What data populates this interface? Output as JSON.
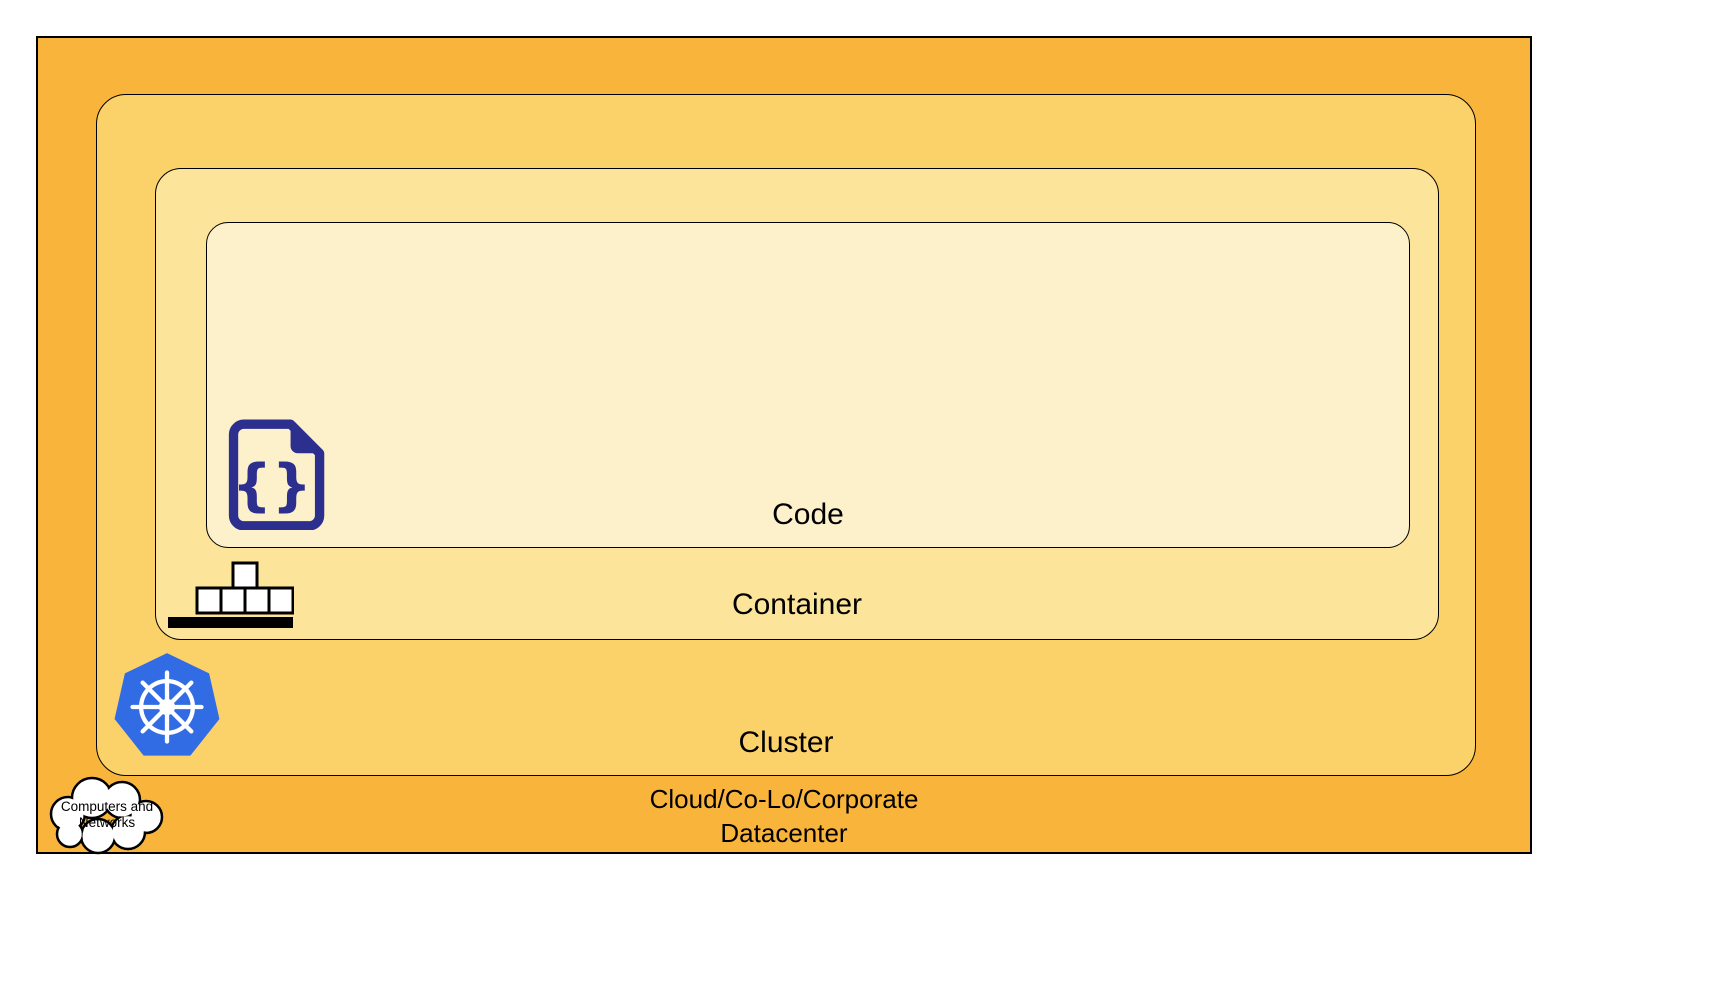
{
  "layers": {
    "cloud": {
      "label_line1": "Cloud/Co-Lo/Corporate",
      "label_line2": "Datacenter",
      "color": "#F9B43B"
    },
    "cluster": {
      "label": "Cluster",
      "color": "#FBD269"
    },
    "container": {
      "label": "Container",
      "color": "#FCE49A"
    },
    "code": {
      "label": "Code",
      "color": "#FDF1CB"
    }
  },
  "cloud_shape": {
    "label": "Computers and Networks"
  },
  "icons": {
    "code": "code-file-icon",
    "container": "container-blocks-icon",
    "cluster": "kubernetes-icon",
    "cloud": "computers-networks-cloud-icon"
  },
  "colors": {
    "kubernetes_blue": "#326CE5",
    "code_icon_navy": "#2D2F8F",
    "border": "#000000",
    "icon_fill_white": "#FFFFFF"
  }
}
